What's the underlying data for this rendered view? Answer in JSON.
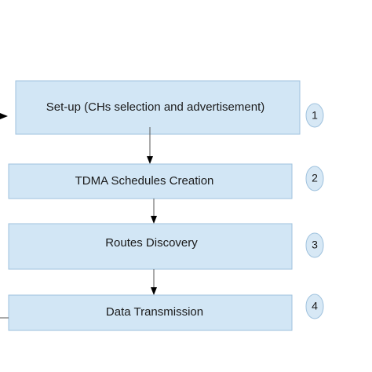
{
  "steps": [
    {
      "label": "Set-up (CHs selection and advertisement)",
      "number": "1"
    },
    {
      "label": "TDMA Schedules Creation",
      "number": "2"
    },
    {
      "label": "Routes Discovery",
      "number": "3"
    },
    {
      "label": "Data Transmission",
      "number": "4"
    }
  ],
  "colors": {
    "box_fill": "#d2e6f5",
    "box_border": "#9fc2de",
    "arrow": "#000000"
  }
}
